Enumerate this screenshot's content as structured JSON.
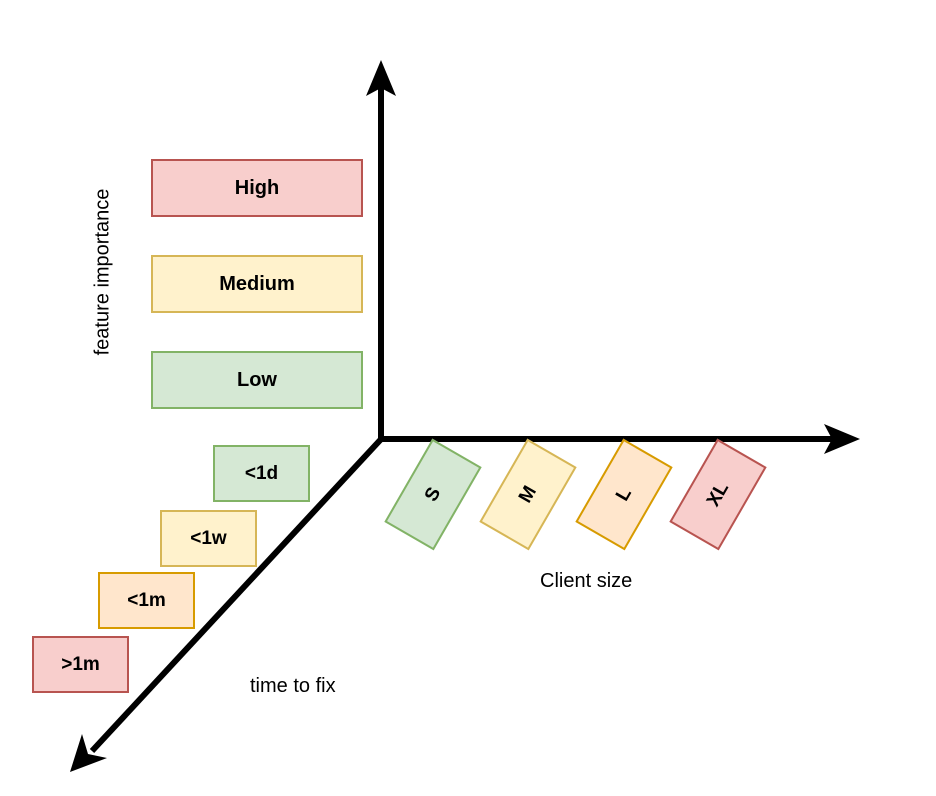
{
  "diagram": {
    "type": "3d-axes-prioritization",
    "colors": {
      "red_fill": "#f8cecc",
      "red_stroke": "#b85450",
      "yellow_fill": "#fff2cc",
      "yellow_stroke": "#d6b656",
      "green_fill": "#d5e8d4",
      "green_stroke": "#82b366",
      "orange_fill": "#ffe6cc",
      "orange_stroke": "#d79b00",
      "axis": "#000000"
    },
    "axes": {
      "vertical": {
        "label": "feature importance"
      },
      "horizontal": {
        "label": "Client size"
      },
      "diagonal": {
        "label": "time to fix"
      }
    },
    "importance_levels": [
      {
        "label": "High",
        "color": "red"
      },
      {
        "label": "Medium",
        "color": "yellow"
      },
      {
        "label": "Low",
        "color": "green"
      }
    ],
    "time_levels": [
      {
        "label": "<1d",
        "color": "green"
      },
      {
        "label": "<1w",
        "color": "yellow"
      },
      {
        "label": "<1m",
        "color": "orange"
      },
      {
        "label": ">1m",
        "color": "red"
      }
    ],
    "client_sizes": [
      {
        "label": "S",
        "color": "green"
      },
      {
        "label": "M",
        "color": "yellow"
      },
      {
        "label": "L",
        "color": "orange"
      },
      {
        "label": "XL",
        "color": "red"
      }
    ]
  }
}
